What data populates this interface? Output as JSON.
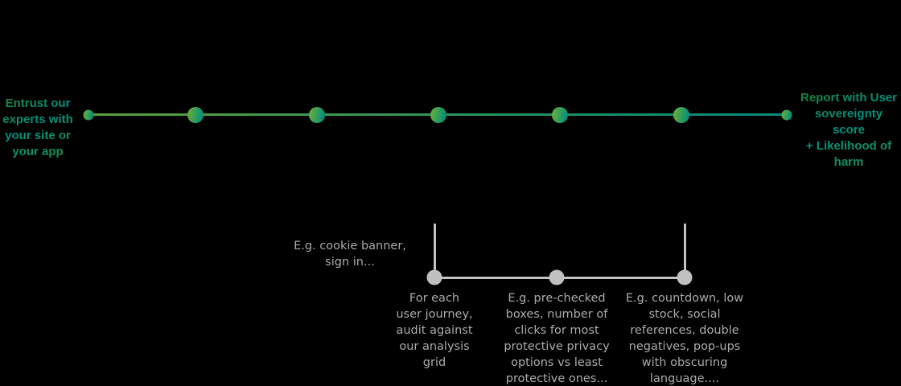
{
  "timeline": {
    "start_label": "Entrust our\nexperts with\nyour site or\nyour app",
    "end_label": "Report with User\nsovereignty\nscore\n+ Likelihood of\nharm",
    "milestone_count": 5,
    "colors": {
      "green": "#5aa23c",
      "teal": "#00897b"
    }
  },
  "audit": {
    "note": "E.g. cookie banner,\nsign in...",
    "items": [
      {
        "label": "For each\nuser journey,\naudit against\nour analysis\ngrid"
      },
      {
        "label": "E.g. pre-checked\nboxes, number of\nclicks for most\nprotective privacy\noptions vs least\nprotective ones..."
      },
      {
        "label": "E.g. countdown, low\nstock, social\nreferences, double\nnegatives, pop-ups\nwith obscuring\nlanguage...."
      }
    ],
    "gray": "#c0c0c0"
  }
}
